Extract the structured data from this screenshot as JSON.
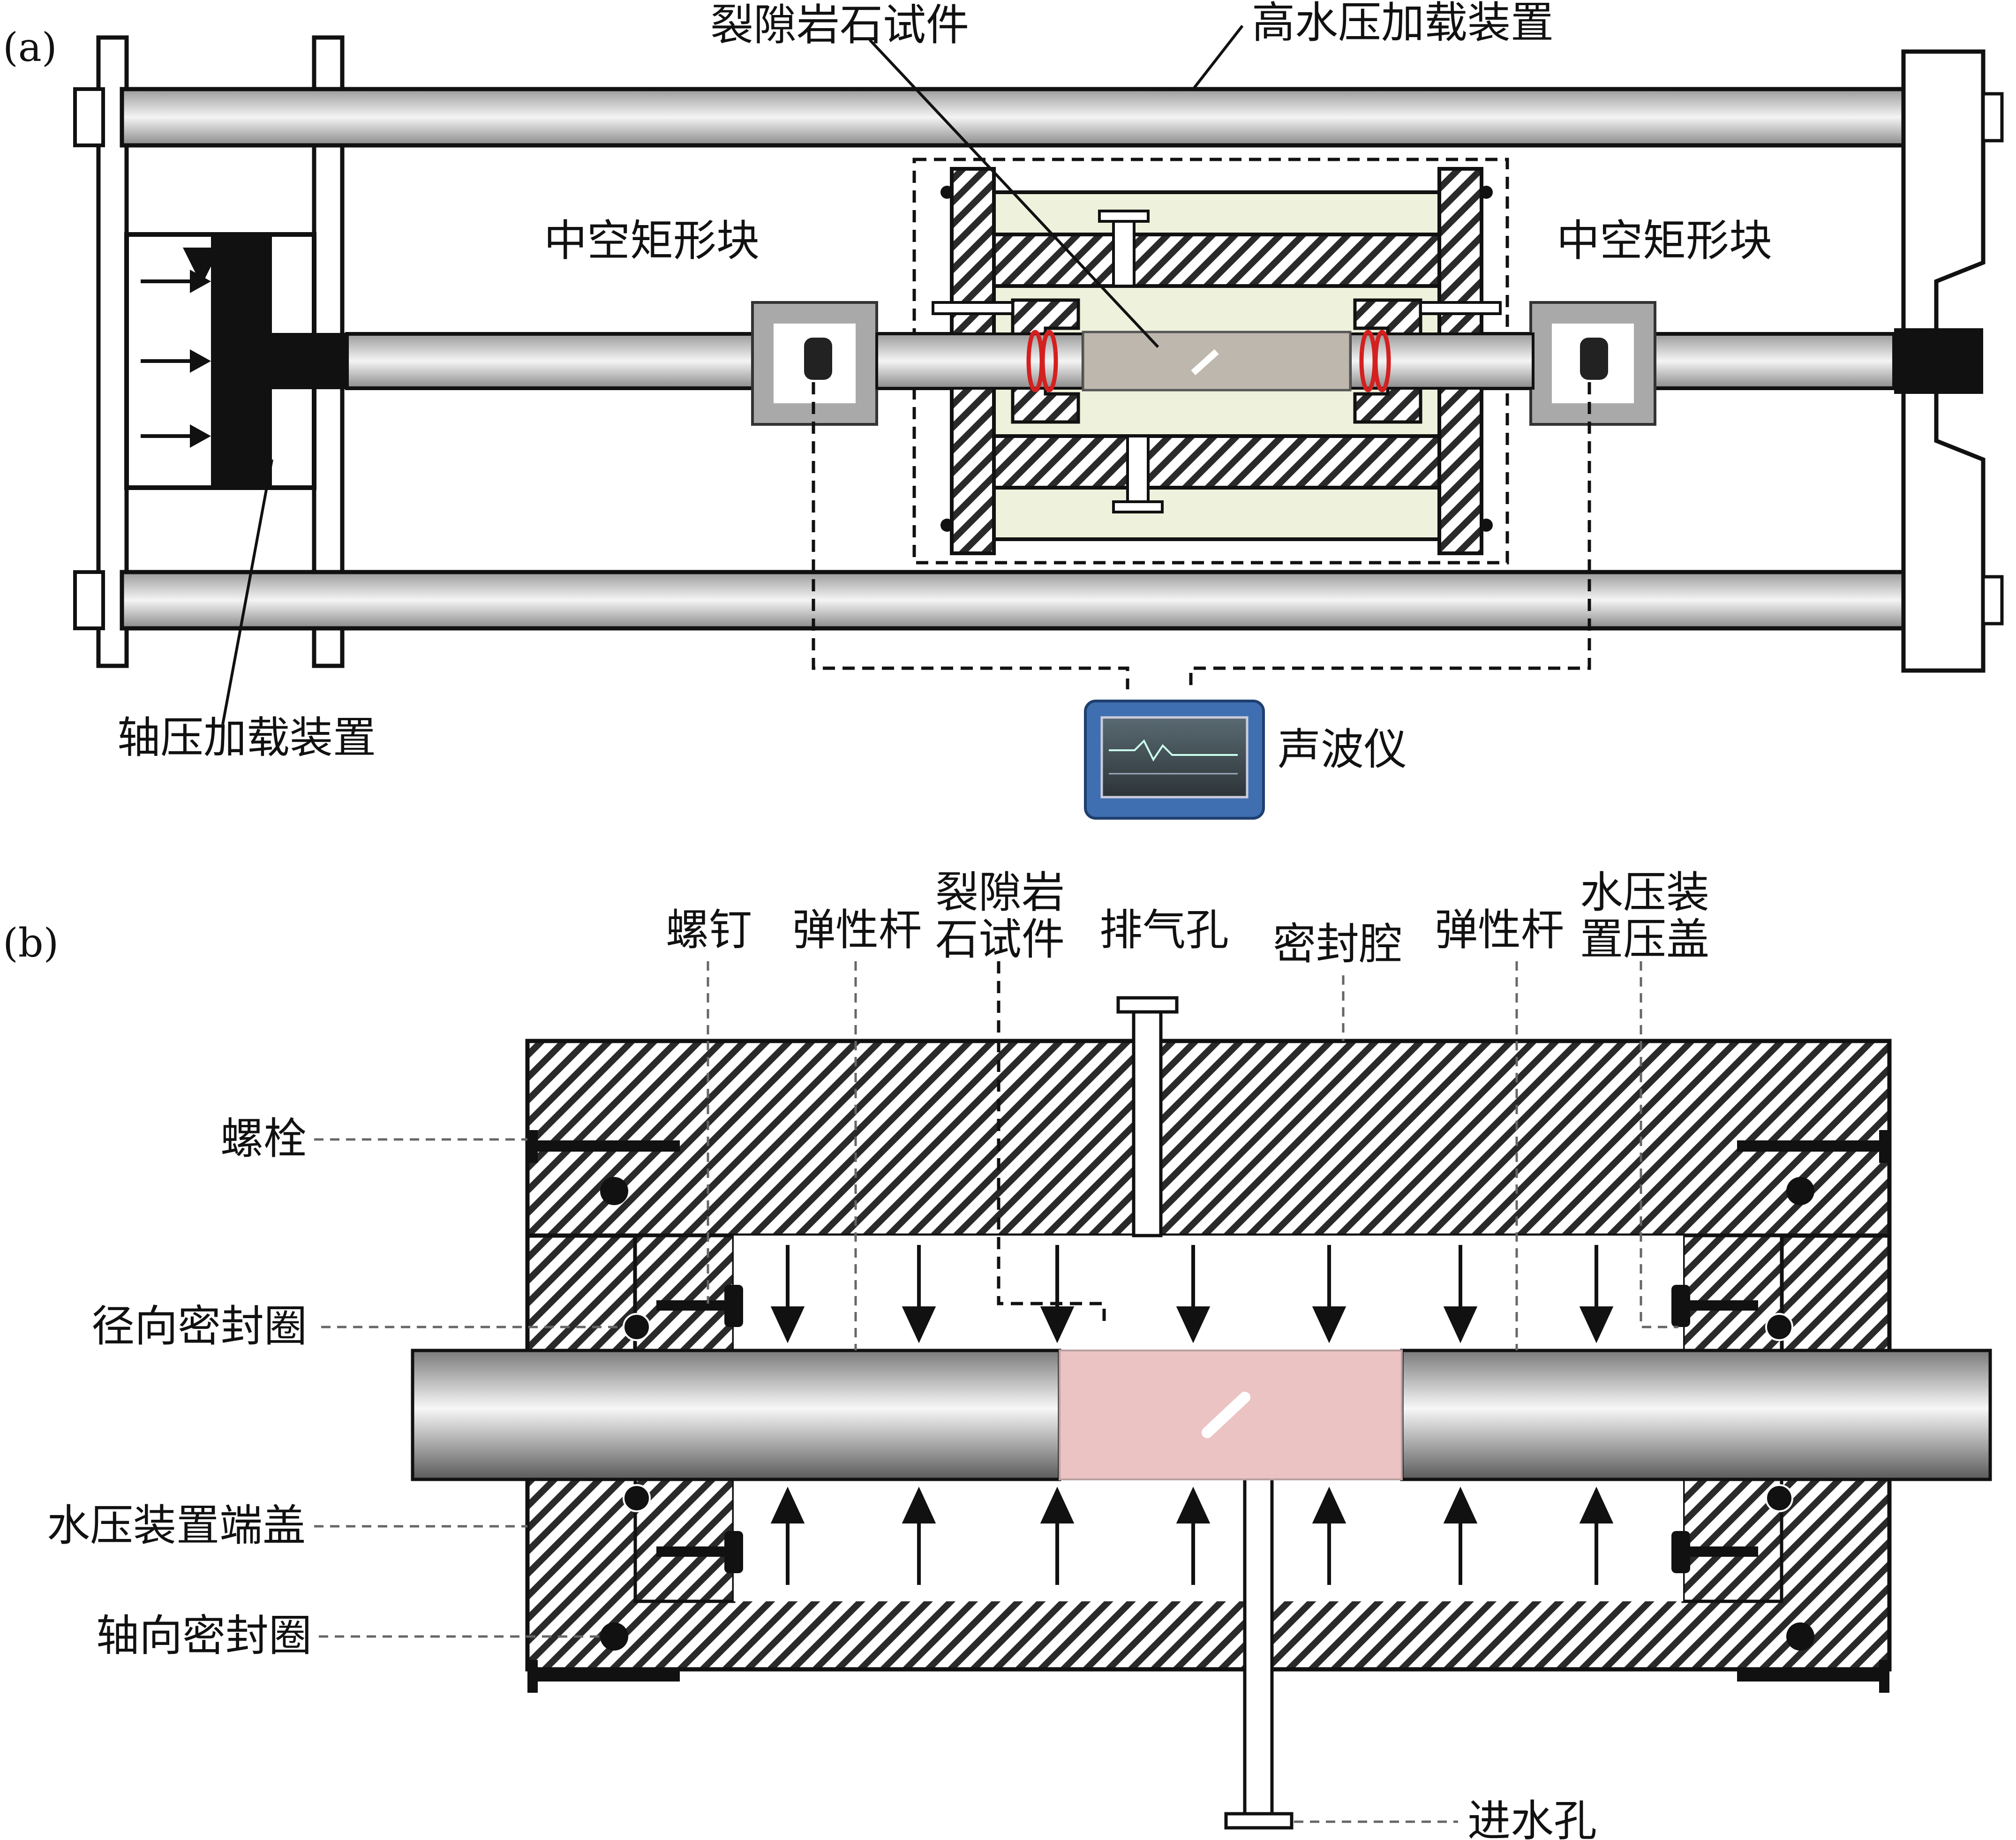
{
  "panel_a": {
    "tag": "(a)",
    "labels": {
      "specimen": "裂隙岩石试件",
      "water_device": "高水压加载装置",
      "hollow_block_left": "中空矩形块",
      "hollow_block_right": "中空矩形块",
      "axial_device": "轴压加载装置",
      "sonic_instrument": "声波仪"
    }
  },
  "panel_b": {
    "tag": "(b)",
    "labels": {
      "screw": "螺钉",
      "elastic_rod_left": "弹性杆",
      "specimen_line1": "裂隙岩",
      "specimen_line2": "石试件",
      "vent_hole": "排气孔",
      "seal_cavity": "密封腔",
      "elastic_rod_right": "弹性杆",
      "cap_line1": "水压装",
      "cap_line2": "置压盖",
      "bolt": "螺栓",
      "radial_seal": "径向密封圈",
      "end_cap": "水压装置端盖",
      "axial_seal": "轴向密封圈",
      "inlet_hole": "进水孔"
    }
  },
  "colors": {
    "outline": "#111111",
    "rod_light": "#f2f2f2",
    "rod_dark": "#6e6e6e",
    "water_fill": "#eef2dc",
    "specimen_a": "#bdb7ad",
    "specimen_b": "#ecc3c3",
    "o_ring_red": "#d42020",
    "instrument_blue": "#3f6fb0",
    "block_gray": "#a9a9a9"
  }
}
